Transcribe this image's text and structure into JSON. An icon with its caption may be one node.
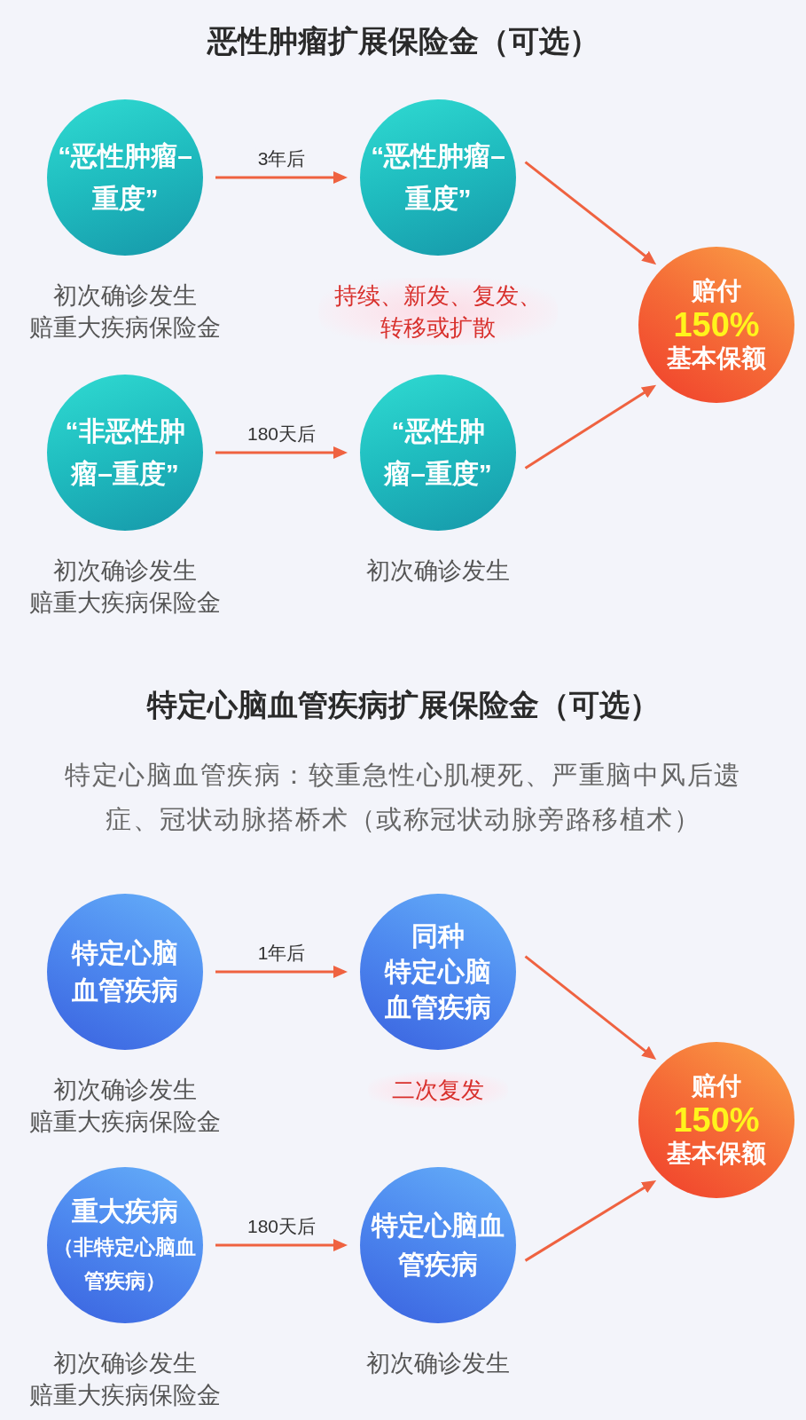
{
  "diagram": {
    "nodes": [
      {
        "text": [
          "“恶性肿瘤–重度”"
        ],
        "beside": [
          "初次确诊发生",
          "赔重大疾病保险金"
        ]
      },
      {
        "text": [
          "“恶性肿瘤–重度”"
        ],
        "beside": [
          "持续、新发、复发、转移或扩散"
        ]
      },
      {
        "text": [
          "赔付",
          "150%",
          "基本保额"
        ]
      },
      {
        "text": [
          "“非恶性肿瘤–重度”"
        ],
        "beside": [
          "初次确诊发生",
          "赔重大疾病保险金"
        ]
      },
      {
        "text": [
          "“恶性肿瘤–重度”"
        ],
        "beside": [
          "初次确诊发生"
        ]
      },
      {
        "text": [
          "特定心脑血管疾病"
        ],
        "beside": [
          "初次确诊发生",
          "赔重大疾病保险金"
        ]
      },
      {
        "text": [
          "同种",
          "特定心脑血管疾病"
        ],
        "beside": [
          "二次复发"
        ]
      },
      {
        "text": [
          "赔付",
          "150%",
          "基本保额"
        ]
      },
      {
        "text": [
          "重大疾病",
          "（非特定心脑血管疾病）"
        ],
        "beside": [
          "初次确诊发生",
          "赔重大疾病保险金"
        ]
      },
      {
        "text": [
          "特定心脑血管疾病"
        ],
        "beside": [
          "初次确诊发生"
        ]
      }
    ],
    "edges": [
      {
        "from": 0,
        "to": 1,
        "arrow": "to",
        "label": "3年后"
      },
      {
        "from": 3,
        "to": 4,
        "arrow": "to",
        "label": "180天后"
      },
      {
        "from": 1,
        "to": 2,
        "arrow": "to"
      },
      {
        "from": 4,
        "to": 2,
        "arrow": "to"
      },
      {
        "from": 5,
        "to": 6,
        "arrow": "to",
        "label": "1年后"
      },
      {
        "from": 8,
        "to": 9,
        "arrow": "to",
        "label": "180天后"
      },
      {
        "from": 6,
        "to": 7,
        "arrow": "to"
      },
      {
        "from": 9,
        "to": 7,
        "arrow": "to"
      }
    ],
    "labels": [
      "恶性肿瘤扩展保险金（可选）",
      "特定心脑血管疾病扩展保险金（可选）",
      "特定心脑血管疾病：较重急性心肌梗死、严重脑中风后遗症、冠状动脉搭桥术（或称冠状动脉旁路移植术）"
    ]
  }
}
